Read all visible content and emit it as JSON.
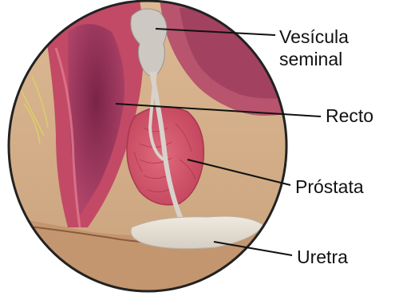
{
  "labels": {
    "seminal_vesicle_line1": "Vesícula",
    "seminal_vesicle_line2": "seminal",
    "rectum": "Recto",
    "prostate": "Próstata",
    "urethra": "Uretra"
  },
  "colors": {
    "background": "#ffffff",
    "outline": "#222222",
    "tissue_beige": "#d9b48f",
    "rectum_wall": "#c7506a",
    "rectum_inner": "#8f2f55",
    "prostate": "#d45a6e",
    "seminal_vesicle": "#cfcac4",
    "urethra": "#d8d2cc",
    "bladder": "#e3ddd3",
    "leader_line": "#111111"
  }
}
